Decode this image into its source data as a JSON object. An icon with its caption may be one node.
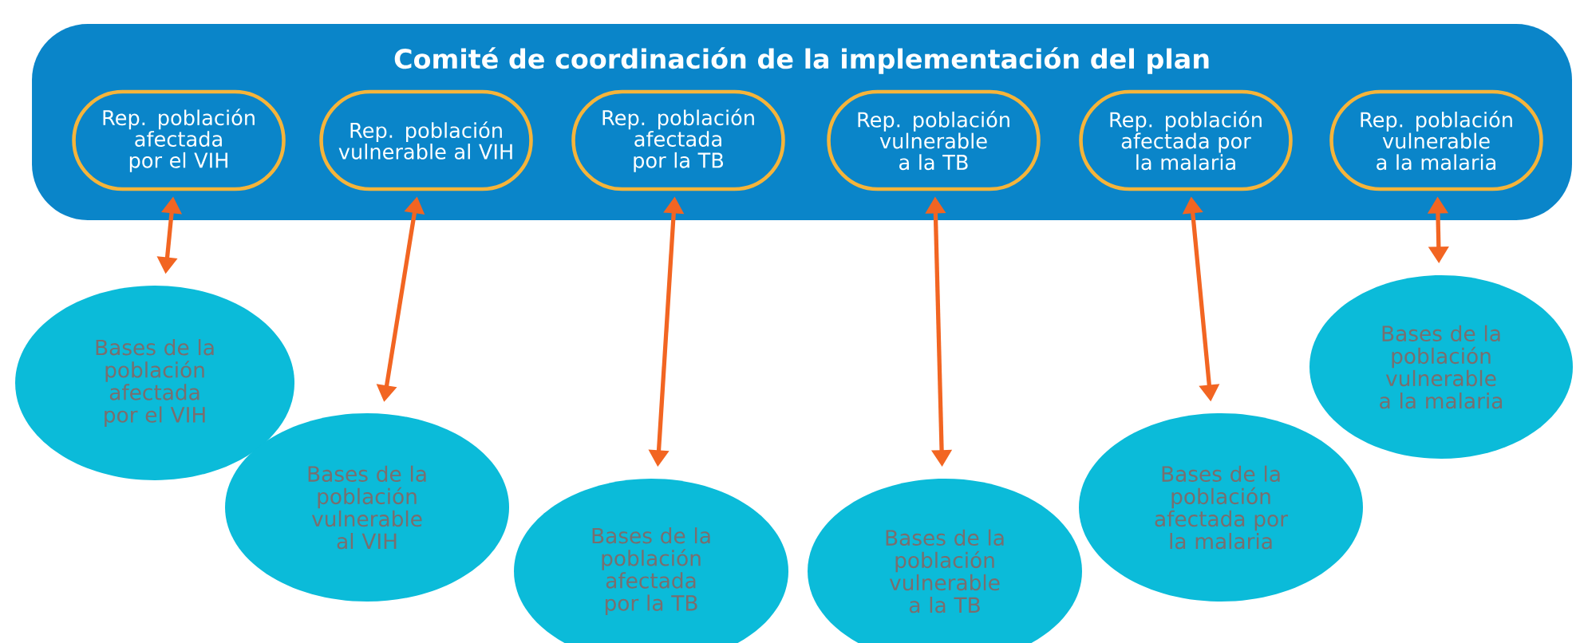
{
  "diagram": {
    "nodes": [
      {
        "text": [
          "Comité de coordinación de la implementación del plan"
        ]
      },
      {
        "text": [
          "Rep. población afectada por el VIH"
        ],
        "in": 0
      },
      {
        "text": [
          "Rep. población vulnerable al VIH"
        ],
        "in": 0
      },
      {
        "text": [
          "Rep. población afectada por la TB"
        ],
        "in": 0
      },
      {
        "text": [
          "Rep. población vulnerable a la TB"
        ],
        "in": 0
      },
      {
        "text": [
          "Rep. población afectada por la malaria"
        ],
        "in": 0
      },
      {
        "text": [
          "Rep. población vulnerable a la malaria"
        ],
        "in": 0
      },
      {
        "text": [
          "Bases de la población afectada por el VIH"
        ]
      },
      {
        "text": [
          "Bases de la población vulnerable al VIH"
        ]
      },
      {
        "text": [
          "Bases de la población afectada por la TB"
        ]
      },
      {
        "text": [
          "Bases de la población vulnerable a la TB"
        ]
      },
      {
        "text": [
          "Bases de la población afectada por la malaria"
        ]
      },
      {
        "text": [
          "Bases de la población vulnerable a la malaria"
        ]
      }
    ],
    "edges": [
      {
        "from": 1,
        "to": 7,
        "arrow": "both"
      },
      {
        "from": 2,
        "to": 8,
        "arrow": "both"
      },
      {
        "from": 3,
        "to": 9,
        "arrow": "both"
      },
      {
        "from": 4,
        "to": 10,
        "arrow": "both"
      },
      {
        "from": 5,
        "to": 11,
        "arrow": "both"
      },
      {
        "from": 6,
        "to": 12,
        "arrow": "both"
      }
    ]
  }
}
